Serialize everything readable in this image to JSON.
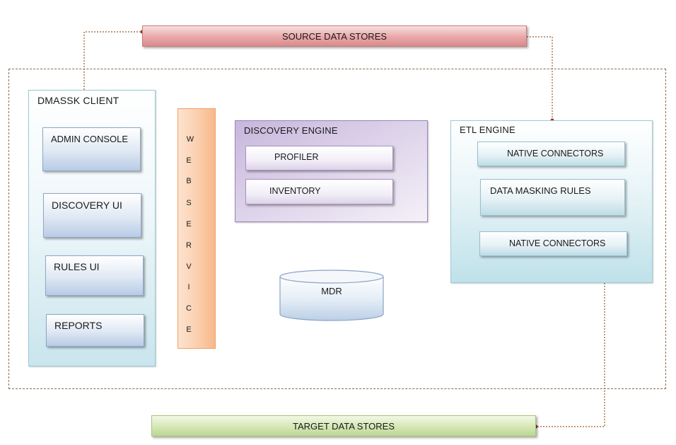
{
  "source_data_stores": "SOURCE DATA STORES",
  "target_data_stores": "TARGET DATA STORES",
  "client": {
    "title": "DMASSK CLIENT",
    "items": [
      "ADMIN CONSOLE",
      "DISCOVERY UI",
      "RULES UI",
      "REPORTS"
    ]
  },
  "webservice": {
    "letters": [
      "W",
      "E",
      "B",
      "S",
      "E",
      "R",
      "V",
      "I",
      "C",
      "E"
    ]
  },
  "discovery_engine": {
    "title": "DISCOVERY ENGINE",
    "items": [
      "PROFILER",
      "INVENTORY"
    ]
  },
  "mdr": "MDR",
  "etl_engine": {
    "title": "ETL ENGINE",
    "items": [
      "NATIVE CONNECTORS",
      "DATA MASKING RULES",
      "NATIVE CONNECTORS"
    ]
  },
  "colors": {
    "source": "#e9a7a8",
    "target": "#d5e7b4",
    "client": "#c9e5ed",
    "webservice": "#fbd0b1",
    "discovery": "#c7b7dc",
    "etl": "#bfe1ea",
    "connector_line": "#9a5a2a"
  }
}
